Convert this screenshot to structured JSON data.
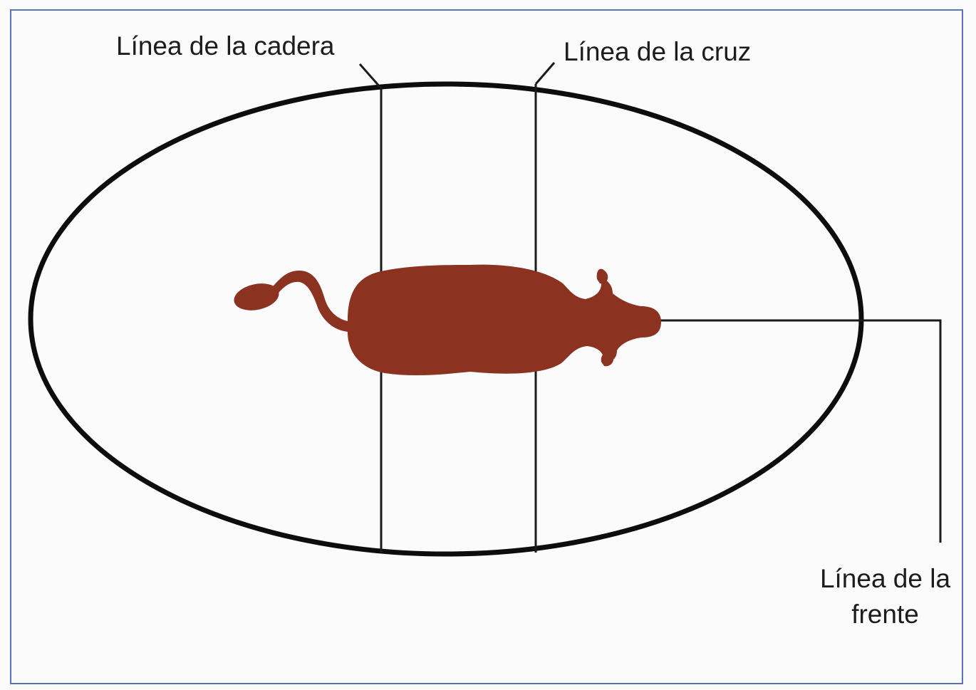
{
  "labels": {
    "hip_line": "Línea de la cadera",
    "withers_line": "Línea de la cruz",
    "forehead_line_1": "Línea de la",
    "forehead_line_2": "frente"
  },
  "colors": {
    "frame": "#5a73b5",
    "ellipse": "#0d0d0d",
    "lines": "#1a1a1a",
    "animal": "#8b3220",
    "background": "#fbfbfc"
  }
}
